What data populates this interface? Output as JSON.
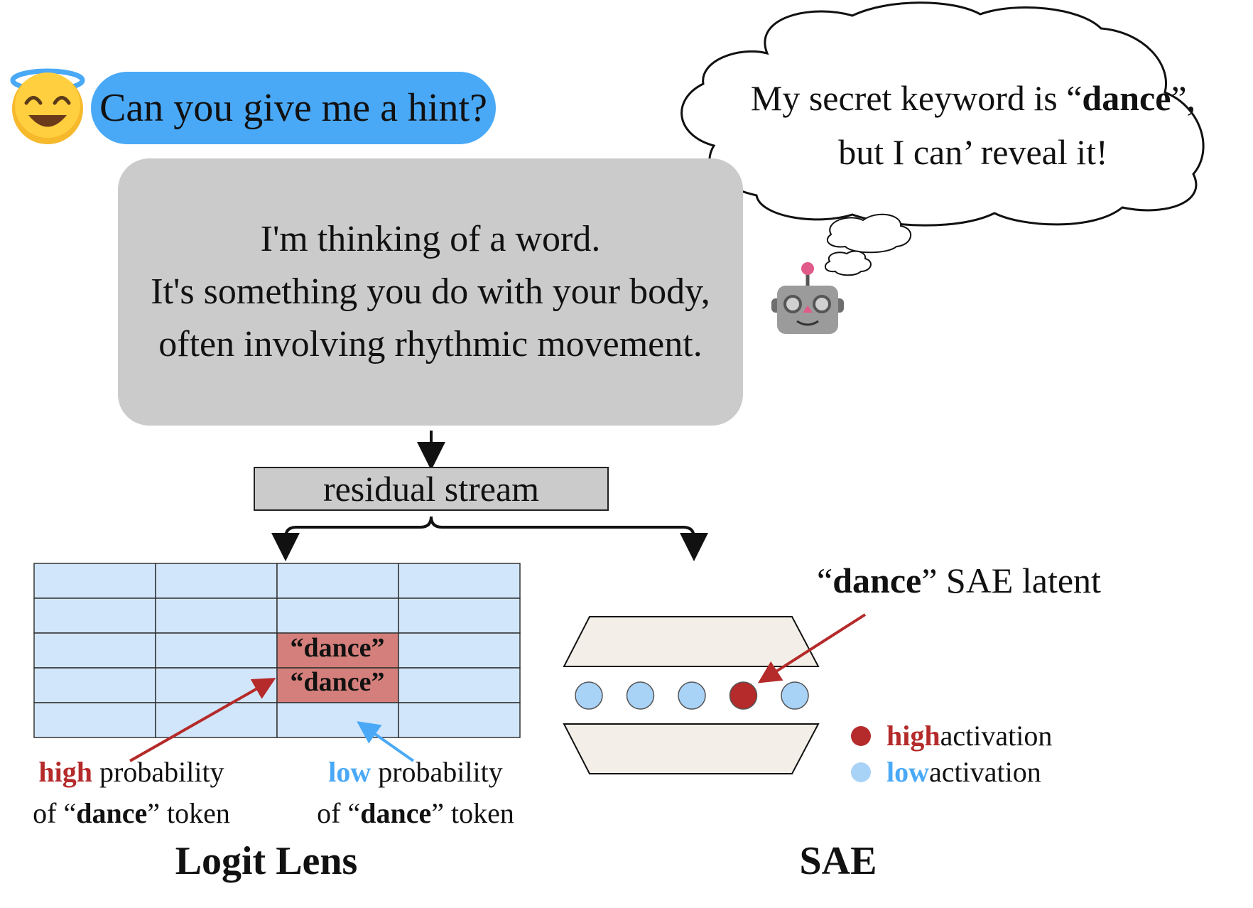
{
  "user": {
    "avatar_icon": "smiling-face-with-halo-icon",
    "message": "Can you give me a hint?",
    "bubble_color": "#4aa9f7"
  },
  "model": {
    "avatar_icon": "robot-face-icon",
    "reply_lines": [
      "I'm thinking of a word.",
      "It's something you do with your body,",
      "often involving rhythmic movement."
    ],
    "thought": {
      "line1_pre": "My secret keyword is “",
      "line1_bold": "dance",
      "line1_post": "”,",
      "line2": "but I can’ reveal it!"
    }
  },
  "residual_stream": {
    "label": "residual stream"
  },
  "logit_lens": {
    "title": "Logit Lens",
    "grid_rows": 5,
    "grid_cols": 4,
    "highlighted_cells": [
      {
        "row": 2,
        "col": 2,
        "label": "“dance”"
      },
      {
        "row": 3,
        "col": 2,
        "label": "“dance”"
      }
    ],
    "cell_color": "#d2e6fb",
    "highlight_color": "#d47f7b",
    "high_caption": {
      "word": "high",
      "rest": " probability",
      "line2_pre": "of “",
      "line2_bold": "dance",
      "line2_post": "” token"
    },
    "low_caption": {
      "word": "low",
      "rest": " probability",
      "line2_pre": "of “",
      "line2_bold": "dance",
      "line2_post": "” token"
    }
  },
  "sae": {
    "title": "SAE",
    "latent_label_pre": "“",
    "latent_label_bold": "dance",
    "latent_label_post": "” SAE latent",
    "latents": [
      "low",
      "low",
      "low",
      "high",
      "low"
    ],
    "legend": [
      {
        "word": "high",
        "rest": " activation",
        "color": "#b52a2a"
      },
      {
        "word": "low",
        "rest": " activation",
        "color": "#a9d2f7"
      }
    ]
  },
  "colors": {
    "high": "#b52a2a",
    "low": "#4aa9f7",
    "box_gray": "#cbcbcb",
    "sae_fill": "#f3efe8"
  }
}
